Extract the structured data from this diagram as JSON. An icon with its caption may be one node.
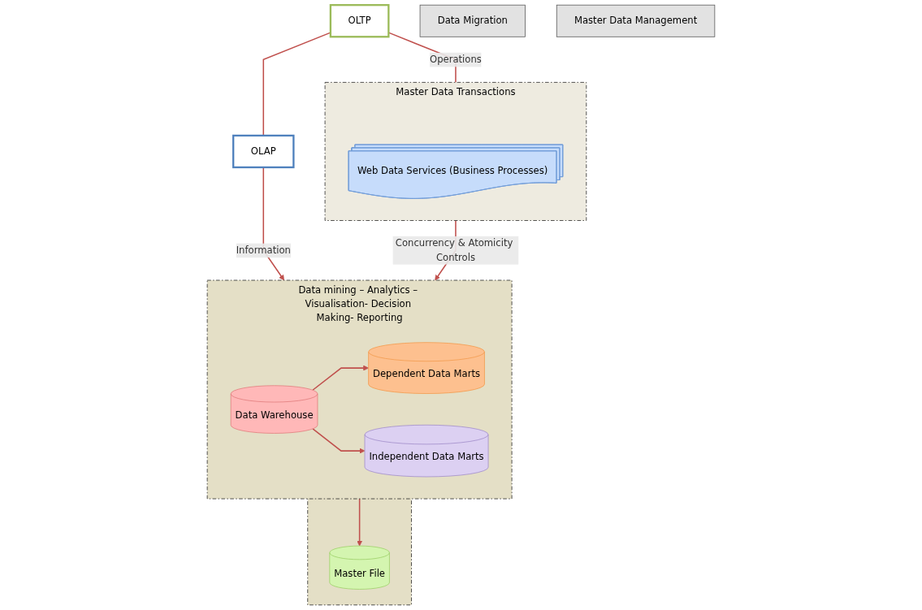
{
  "diagram": {
    "nodes": [
      {
        "text": [
          "Master Data Transactions"
        ]
      },
      {
        "text": [
          "Web Data Services (Business Processes)"
        ],
        "in": 0
      },
      {
        "text": [
          "OLTP"
        ]
      },
      {
        "text": [
          "OLAP"
        ]
      },
      {
        "text": [
          "Data mining – Analytics – Visualisation- Decision Making- Reporting"
        ]
      },
      {
        "text": [
          "Dependent Data Marts"
        ],
        "in": 4
      },
      {
        "text": [
          "Data Warehouse"
        ],
        "in": 4
      },
      {
        "text": [
          "Independent Data Marts"
        ],
        "in": 4
      },
      {
        "text": [
          "Data Migration"
        ]
      },
      {
        "text": [],
        "shape": "box"
      },
      {
        "text": [
          "Master Data Management"
        ]
      },
      {
        "text": [
          "Master File"
        ],
        "in": 9
      }
    ],
    "edges": [
      {
        "from": 2,
        "to": 0,
        "arrow": "none",
        "label": "Operations"
      },
      {
        "from": 2,
        "to": 3,
        "arrow": "none"
      },
      {
        "from": 3,
        "to": 4,
        "arrow": "to",
        "label": "Information"
      },
      {
        "from": 0,
        "to": 4,
        "arrow": "to",
        "label": "Concurrency & Atomicity Controls"
      },
      {
        "from": 6,
        "to": 5,
        "arrow": "to"
      },
      {
        "from": 6,
        "to": 7,
        "arrow": "to"
      },
      {
        "from": 4,
        "to": 11,
        "arrow": "to"
      }
    ]
  }
}
